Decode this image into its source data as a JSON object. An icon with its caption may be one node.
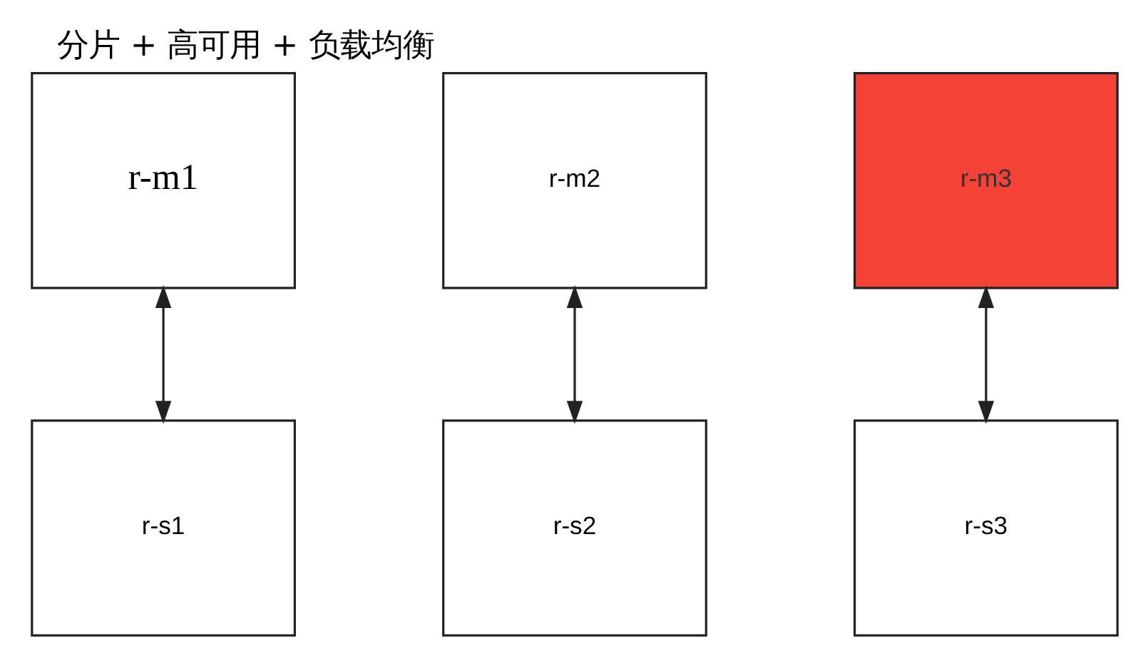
{
  "diagram": {
    "title": "分片 + 高可用 + 负载均衡",
    "nodes": [
      {
        "text": [
          "r-m1"
        ]
      },
      {
        "text": [
          "r-m2"
        ]
      },
      {
        "text": [
          "r-m3"
        ]
      },
      {
        "text": [
          "r-s1"
        ]
      },
      {
        "text": [
          "r-s2"
        ]
      },
      {
        "text": [
          "r-s3"
        ]
      }
    ],
    "edges": [
      {
        "from": 0,
        "to": 3,
        "arrow": "both"
      },
      {
        "from": 1,
        "to": 4,
        "arrow": "both"
      },
      {
        "from": 2,
        "to": 5,
        "arrow": "both"
      }
    ]
  }
}
